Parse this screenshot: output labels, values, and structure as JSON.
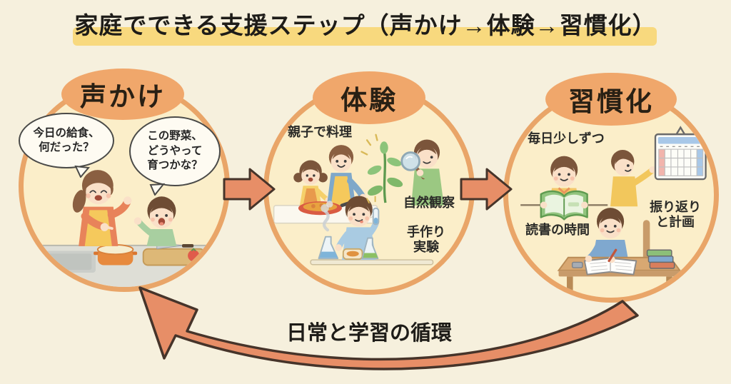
{
  "title": "家庭でできる支援ステップ（声かけ→体験→習慣化）",
  "steps": [
    {
      "label": "声かけ",
      "bubbles": [
        "今日の給食、\n何だった？",
        "この野菜、\nどうやって\n育つかな？"
      ],
      "scene": "mother and child talking in kitchen"
    },
    {
      "label": "体験",
      "tags": [
        "親子で料理",
        "自然観察",
        "手作り\n実験"
      ],
      "scene": "cooking together, nature observation, homemade experiment"
    },
    {
      "label": "習慣化",
      "tags": [
        "毎日少しずつ",
        "読書の時間",
        "振り返り\nと計画"
      ],
      "scene": "reading time, calendar planning, writing at desk"
    }
  ],
  "cycle_label": "日常と学習の循環",
  "palette": {
    "background": "#F6F0DD",
    "circle_fill": "#FBEEC9",
    "circle_ring": "#E9A568",
    "step_badge": "#F0A76B",
    "arrow": "#E78E67",
    "arrow_outline": "#46342A",
    "title_highlight": "#F8D97E",
    "bubble_fill": "#FEFBF2",
    "text_dark": "#22201C"
  }
}
